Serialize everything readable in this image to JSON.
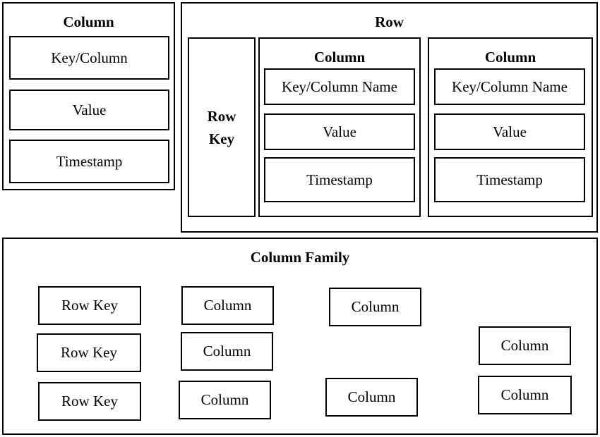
{
  "column_panel": {
    "title": "Column",
    "fields": [
      "Key/Column",
      "Value",
      "Timestamp"
    ]
  },
  "row_panel": {
    "title": "Row",
    "row_key": [
      "Row",
      "Key"
    ],
    "columns": [
      {
        "title": "Column",
        "fields": [
          "Key/Column Name",
          "Value",
          "Timestamp"
        ]
      },
      {
        "title": "Column",
        "fields": [
          "Key/Column Name",
          "Value",
          "Timestamp"
        ]
      }
    ]
  },
  "family_panel": {
    "title": "Column Family",
    "row_keys": [
      "Row Key",
      "Row Key",
      "Row Key"
    ],
    "columns": [
      "Column",
      "Column",
      "Column",
      "Column",
      "Column",
      "Column",
      "Column"
    ]
  }
}
